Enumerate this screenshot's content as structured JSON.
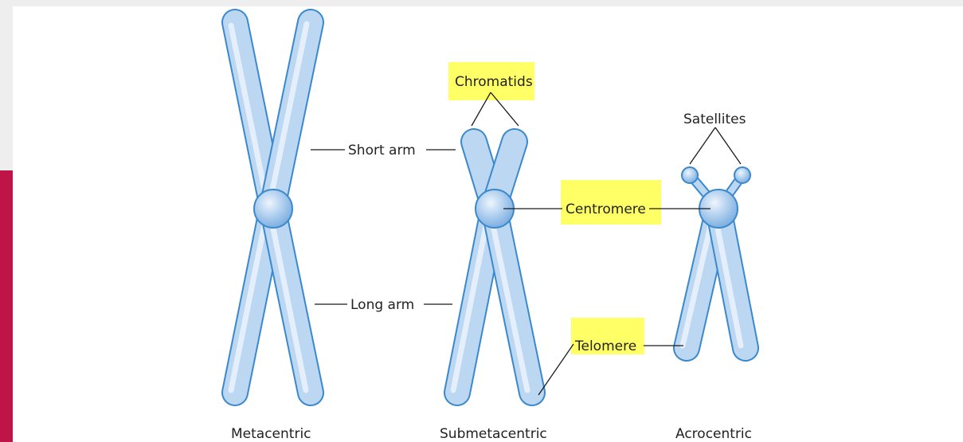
{
  "labels": {
    "short_arm": "Short arm",
    "long_arm": "Long arm",
    "chromatids": "Chromatids",
    "centromere": "Centromere",
    "telomere": "Telomere",
    "satellites": "Satellites"
  },
  "captions": {
    "metacentric": "Metacentric",
    "submetacentric": "Submetacentric",
    "acrocentric": "Acrocentric"
  },
  "colors": {
    "chromosome_fill": "#bcd7f2",
    "chromosome_outline": "#3a89cd",
    "highlight": "#ffff66",
    "side_bar": "#be1448"
  }
}
